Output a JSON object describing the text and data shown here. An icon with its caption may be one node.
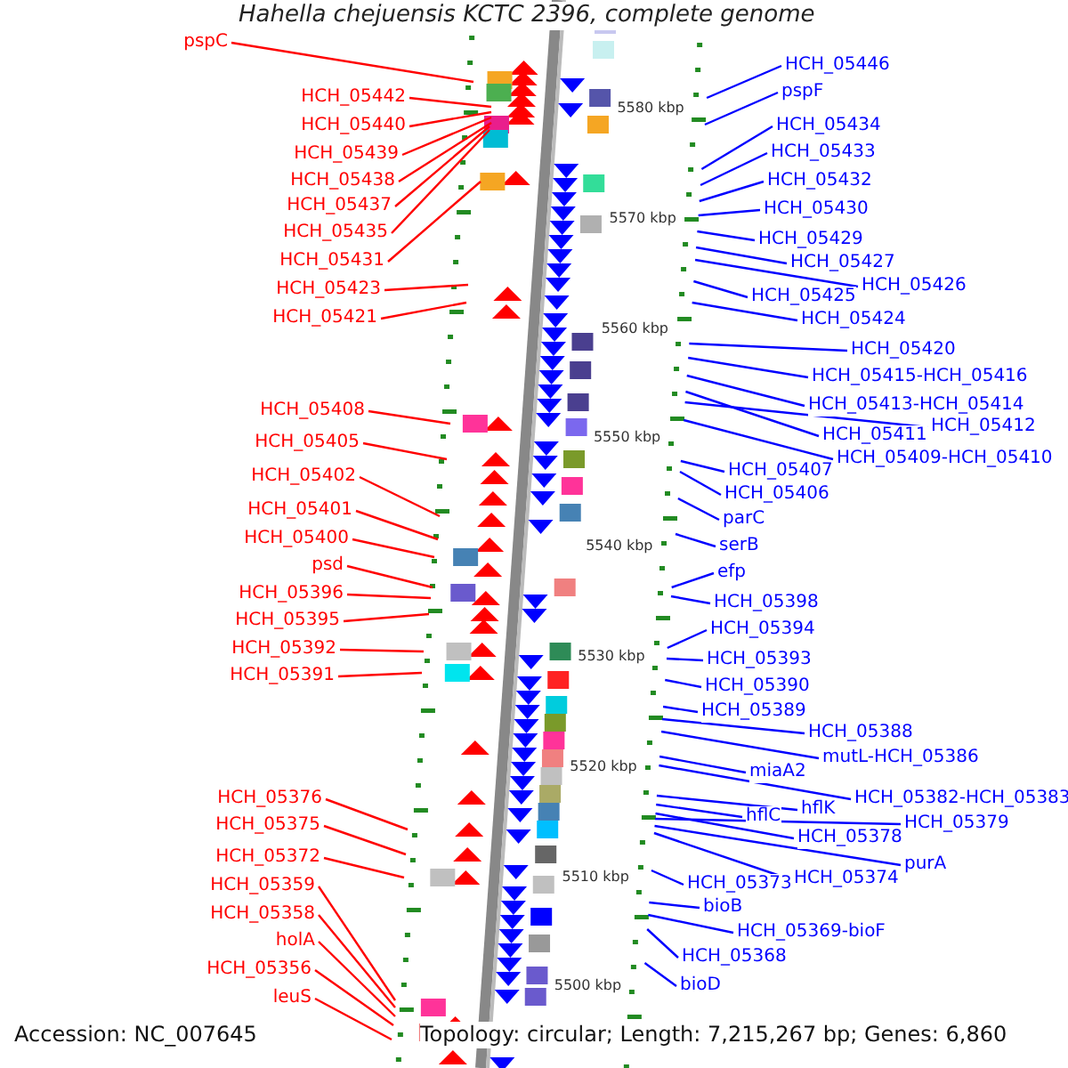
{
  "diagram": {
    "title": "Hahella chejuensis KCTC 2396, complete genome",
    "nodes": [
      {
        "text": [
          "pspC"
        ]
      },
      {
        "text": [
          "HCH_05442"
        ]
      },
      {
        "text": [
          "HCH_05440"
        ]
      },
      {
        "text": [
          "HCH_05439"
        ]
      },
      {
        "text": [
          "HCH_05438"
        ]
      },
      {
        "text": [
          "HCH_05437"
        ]
      },
      {
        "text": [
          "HCH_05435"
        ]
      },
      {
        "text": [
          "HCH_05431"
        ]
      },
      {
        "text": [
          "HCH_05423"
        ]
      },
      {
        "text": [
          "HCH_05421"
        ]
      },
      {
        "text": [
          "HCH_05408"
        ]
      },
      {
        "text": [
          "HCH_05405"
        ]
      },
      {
        "text": [
          "HCH_05402"
        ]
      },
      {
        "text": [
          "HCH_05401"
        ]
      },
      {
        "text": [
          "HCH_05400"
        ]
      },
      {
        "text": [
          "psd"
        ]
      },
      {
        "text": [
          "HCH_05396"
        ]
      },
      {
        "text": [
          "HCH_05395"
        ]
      },
      {
        "text": [
          "HCH_05392"
        ]
      },
      {
        "text": [
          "HCH_05391"
        ]
      },
      {
        "text": [
          "HCH_05376"
        ]
      },
      {
        "text": [
          "HCH_05375"
        ]
      },
      {
        "text": [
          "HCH_05372"
        ]
      },
      {
        "text": [
          "HCH_05359"
        ]
      },
      {
        "text": [
          "HCH_05358"
        ]
      },
      {
        "text": [
          "holA"
        ]
      },
      {
        "text": [
          "HCH_05356"
        ]
      },
      {
        "text": [
          "leuS"
        ]
      },
      {
        "text": [
          "HCH_05446"
        ]
      },
      {
        "text": [
          "pspF"
        ]
      },
      {
        "text": [
          "HCH_05434"
        ]
      },
      {
        "text": [
          "HCH_05433"
        ]
      },
      {
        "text": [
          "HCH_05432"
        ]
      },
      {
        "text": [
          "HCH_05430"
        ]
      },
      {
        "text": [
          "HCH_05429"
        ]
      },
      {
        "text": [
          "HCH_05427"
        ]
      },
      {
        "text": [
          "HCH_05426"
        ]
      },
      {
        "text": [
          "HCH_05425"
        ]
      },
      {
        "text": [
          "HCH_05424"
        ]
      },
      {
        "text": [
          "HCH_05420"
        ]
      },
      {
        "text": [
          "HCH_05415-HCH_05416"
        ]
      },
      {
        "text": [
          "HCH_05413-HCH_05414"
        ]
      },
      {
        "text": [
          "HCH_05411"
        ]
      },
      {
        "text": [
          "HCH_05412"
        ]
      },
      {
        "text": [
          "HCH_05409-HCH_05410"
        ]
      },
      {
        "text": [
          "HCH_05407"
        ]
      },
      {
        "text": [
          "HCH_05406"
        ]
      },
      {
        "text": [
          "parC"
        ]
      },
      {
        "text": [
          "serB"
        ]
      },
      {
        "text": [
          "efp"
        ]
      },
      {
        "text": [
          "HCH_05398"
        ]
      },
      {
        "text": [
          "HCH_05394"
        ]
      },
      {
        "text": [
          "HCH_05393"
        ]
      },
      {
        "text": [
          "HCH_05390"
        ]
      },
      {
        "text": [
          "HCH_05389"
        ]
      },
      {
        "text": [
          "HCH_05388"
        ]
      },
      {
        "text": [
          "mutL-HCH_05386"
        ]
      },
      {
        "text": [
          "miaA2"
        ]
      },
      {
        "text": [
          "HCH_05382-HCH_05383"
        ]
      },
      {
        "text": [
          "hflK"
        ]
      },
      {
        "text": [
          "hflC"
        ]
      },
      {
        "text": [
          "HCH_05378"
        ]
      },
      {
        "text": [
          "HCH_05379"
        ]
      },
      {
        "text": [
          "purA"
        ]
      },
      {
        "text": [
          "HCH_05374"
        ]
      },
      {
        "text": [
          "HCH_05373"
        ]
      },
      {
        "text": [
          "bioB"
        ]
      },
      {
        "text": [
          "HCH_05369-bioF"
        ]
      },
      {
        "text": [
          "HCH_05368"
        ]
      },
      {
        "text": [
          "bioD"
        ]
      }
    ],
    "edges": [
      {
        "from": 0,
        "to": null,
        "arrow": "none",
        "color": "#ff0000"
      },
      {
        "from": 1,
        "to": null,
        "arrow": "none",
        "color": "#ff0000"
      },
      {
        "from": 2,
        "to": null,
        "arrow": "none",
        "color": "#ff0000"
      },
      {
        "from": 3,
        "to": null,
        "arrow": "none",
        "color": "#ff0000"
      },
      {
        "from": 4,
        "to": null,
        "arrow": "none",
        "color": "#ff0000"
      },
      {
        "from": 5,
        "to": null,
        "arrow": "none",
        "color": "#ff0000"
      },
      {
        "from": 6,
        "to": null,
        "arrow": "none",
        "color": "#ff0000"
      },
      {
        "from": 7,
        "to": null,
        "arrow": "none",
        "color": "#ff0000"
      },
      {
        "from": 8,
        "to": null,
        "arrow": "none",
        "color": "#ff0000"
      },
      {
        "from": 9,
        "to": null,
        "arrow": "none",
        "color": "#ff0000"
      },
      {
        "from": 10,
        "to": null,
        "arrow": "none",
        "color": "#ff0000"
      },
      {
        "from": 11,
        "to": null,
        "arrow": "none",
        "color": "#ff0000"
      },
      {
        "from": 12,
        "to": null,
        "arrow": "none",
        "color": "#ff0000"
      },
      {
        "from": 13,
        "to": null,
        "arrow": "none",
        "color": "#ff0000"
      },
      {
        "from": 14,
        "to": null,
        "arrow": "none",
        "color": "#ff0000"
      },
      {
        "from": 15,
        "to": null,
        "arrow": "none",
        "color": "#ff0000"
      },
      {
        "from": 16,
        "to": null,
        "arrow": "none",
        "color": "#ff0000"
      },
      {
        "from": 17,
        "to": null,
        "arrow": "none",
        "color": "#ff0000"
      },
      {
        "from": 18,
        "to": null,
        "arrow": "none",
        "color": "#ff0000"
      },
      {
        "from": 19,
        "to": null,
        "arrow": "none",
        "color": "#ff0000"
      },
      {
        "from": 20,
        "to": null,
        "arrow": "none",
        "color": "#ff0000"
      },
      {
        "from": 21,
        "to": null,
        "arrow": "none",
        "color": "#ff0000"
      },
      {
        "from": 22,
        "to": null,
        "arrow": "none",
        "color": "#ff0000"
      },
      {
        "from": 23,
        "to": null,
        "arrow": "none",
        "color": "#ff0000"
      },
      {
        "from": 24,
        "to": null,
        "arrow": "none",
        "color": "#ff0000"
      },
      {
        "from": 25,
        "to": null,
        "arrow": "none",
        "color": "#ff0000"
      },
      {
        "from": 26,
        "to": null,
        "arrow": "none",
        "color": "#ff0000"
      },
      {
        "from": 27,
        "to": null,
        "arrow": "none",
        "color": "#ff0000"
      },
      {
        "from": 28,
        "to": null,
        "arrow": "none"
      },
      {
        "from": 29,
        "to": null,
        "arrow": "none"
      },
      {
        "from": 30,
        "to": null,
        "arrow": "none"
      },
      {
        "from": 31,
        "to": null,
        "arrow": "none"
      },
      {
        "from": 32,
        "to": null,
        "arrow": "none"
      },
      {
        "from": 33,
        "to": null,
        "arrow": "none"
      },
      {
        "from": 34,
        "to": null,
        "arrow": "none"
      },
      {
        "from": 35,
        "to": null,
        "arrow": "none"
      },
      {
        "from": 36,
        "to": null,
        "arrow": "none"
      },
      {
        "from": 37,
        "to": null,
        "arrow": "none"
      },
      {
        "from": 38,
        "to": null,
        "arrow": "none"
      },
      {
        "from": 39,
        "to": null,
        "arrow": "none"
      },
      {
        "from": 40,
        "to": null,
        "arrow": "none"
      },
      {
        "from": 41,
        "to": null,
        "arrow": "none"
      },
      {
        "from": 42,
        "to": null,
        "arrow": "none"
      },
      {
        "from": 43,
        "to": null,
        "arrow": "none"
      },
      {
        "from": 44,
        "to": null,
        "arrow": "none"
      },
      {
        "from": 45,
        "to": null,
        "arrow": "none"
      },
      {
        "from": 46,
        "to": null,
        "arrow": "none"
      },
      {
        "from": 47,
        "to": null,
        "arrow": "none"
      },
      {
        "from": 48,
        "to": null,
        "arrow": "none"
      },
      {
        "from": 49,
        "to": null,
        "arrow": "none"
      },
      {
        "from": 50,
        "to": null,
        "arrow": "none"
      },
      {
        "from": 51,
        "to": null,
        "arrow": "none"
      },
      {
        "from": 52,
        "to": null,
        "arrow": "none"
      },
      {
        "from": 53,
        "to": null,
        "arrow": "none"
      },
      {
        "from": 54,
        "to": null,
        "arrow": "none"
      },
      {
        "from": 55,
        "to": null,
        "arrow": "none"
      },
      {
        "from": 56,
        "to": null,
        "arrow": "none"
      },
      {
        "from": 57,
        "to": null,
        "arrow": "none"
      },
      {
        "from": 58,
        "to": null,
        "arrow": "none"
      },
      {
        "from": 59,
        "to": null,
        "arrow": "none"
      },
      {
        "from": 60,
        "to": null,
        "arrow": "none"
      },
      {
        "from": 61,
        "to": null,
        "arrow": "none"
      },
      {
        "from": 62,
        "to": null,
        "arrow": "none"
      },
      {
        "from": 63,
        "to": null,
        "arrow": "none"
      },
      {
        "from": 64,
        "to": null,
        "arrow": "none"
      },
      {
        "from": 65,
        "to": null,
        "arrow": "none"
      },
      {
        "from": 66,
        "to": null,
        "arrow": "none"
      },
      {
        "from": 67,
        "to": null,
        "arrow": "none"
      },
      {
        "from": 68,
        "to": null,
        "arrow": "none"
      },
      {
        "from": 69,
        "to": null,
        "arrow": "none"
      }
    ],
    "labels": [
      "5580 kbp",
      "5570 kbp",
      "5560 kbp",
      "5550 kbp",
      "5540 kbp",
      "5530 kbp",
      "5520 kbp",
      "5510 kbp",
      "5500 kbp",
      "Accession: NC_007645",
      "Topology: circular; Length: 7,215,267 bp; Genes: 6,860"
    ]
  }
}
